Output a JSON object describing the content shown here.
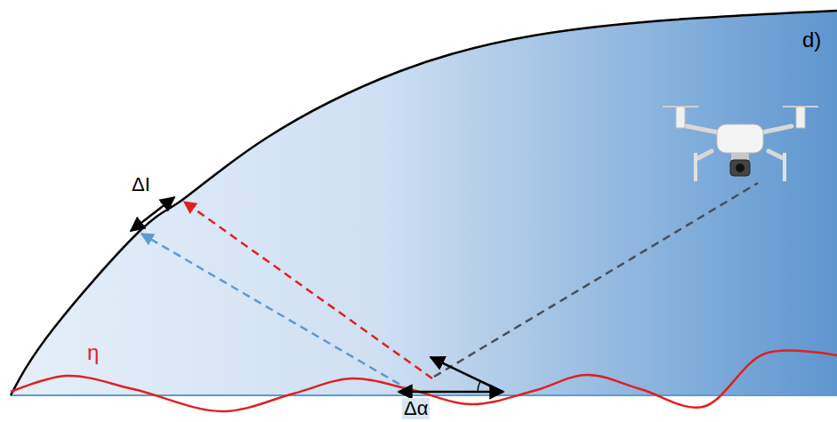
{
  "diagram": {
    "labels": [
      "d)",
      "ΔI",
      "η",
      "Δα"
    ]
  }
}
